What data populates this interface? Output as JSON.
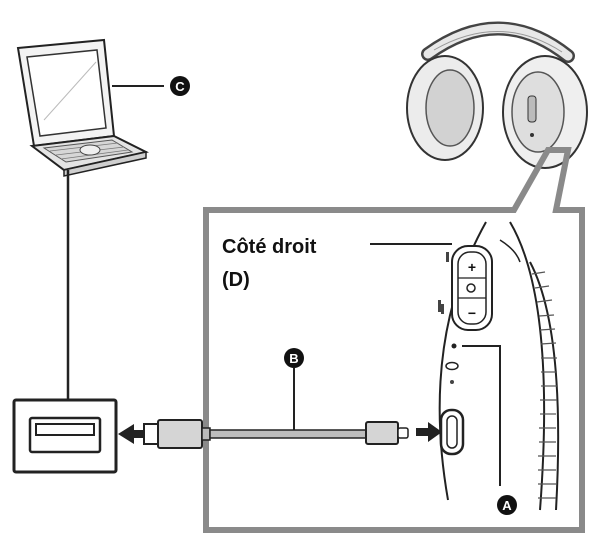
{
  "callouts": {
    "a": "A",
    "b": "B",
    "c": "C"
  },
  "side_label": {
    "line1": "Côté droit",
    "line2": "(D)"
  },
  "button_labels": {
    "plus": "+",
    "minus": "−"
  },
  "colors": {
    "frame": "#8a8a8a",
    "line": "#222222",
    "badge": "#111111",
    "cable": "#bdbdbd"
  }
}
